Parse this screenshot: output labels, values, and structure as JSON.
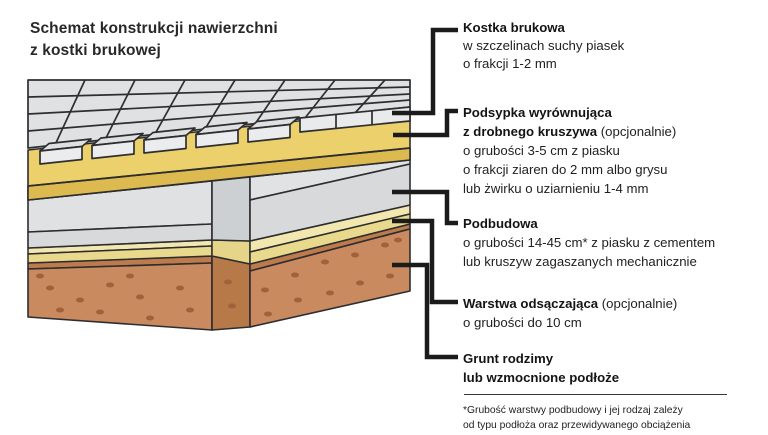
{
  "title": {
    "line1": "Schemat konstrukcji nawierzchni",
    "line2": "z kostki brukowej"
  },
  "labels": [
    {
      "title": "Kostka brukowa",
      "lines": [
        "w szczelinach suchy piasek",
        "o frakcji 1-2 mm"
      ]
    },
    {
      "title": "Podsypka wyrównująca",
      "title2_bold": "z drobnego kruszywa",
      "title2_suffix": " (opcjonalnie)",
      "lines": [
        "o grubości 3-5 cm z piasku",
        "o frakcji ziaren do 2 mm albo grysu",
        "lub żwirku o uziarnieniu 1-4 mm"
      ]
    },
    {
      "title": "Podbudowa",
      "lines": [
        "o grubości 14-45 cm* z piasku z cementem",
        "lub kruszyw zagaszanych mechanicznie"
      ]
    },
    {
      "title": "Warstwa odsączająca",
      "title_suffix": " (opcjonalnie)",
      "lines": [
        "o grubości do 10 cm"
      ]
    },
    {
      "title": "Grunt rodzimy",
      "title_line2": "lub wzmocnione podłoże"
    }
  ],
  "footnote": {
    "line1": "*Grubość warstwy podbudowy i jej rodzaj zależy",
    "line2": "od typu podłoża oraz przewidywanego obciążenia"
  },
  "diagram": {
    "layers": [
      {
        "name": "kostka brukowa",
        "color_top": "#e0e1e3",
        "color_face": "#ebeced"
      },
      {
        "name": "podsypka wyrównująca",
        "color_top": "#ecd06c",
        "color_face": "#dcba50"
      },
      {
        "name": "podbudowa",
        "color_top": "#dfe1e3",
        "color_face": "#d7d9db"
      },
      {
        "name": "warstwa odsączająca",
        "color_top": "#f2e7ae",
        "color_face": "#e9d98c"
      },
      {
        "name": "grunt rodzimy",
        "color_top": "#bd7a4d",
        "color_face": "#c88a5e",
        "dot_color": "#a2613a"
      }
    ],
    "outline_color": "#2d2d30",
    "leader_line_color": "#1b1b1b",
    "text_color": "#1f1f1f"
  }
}
